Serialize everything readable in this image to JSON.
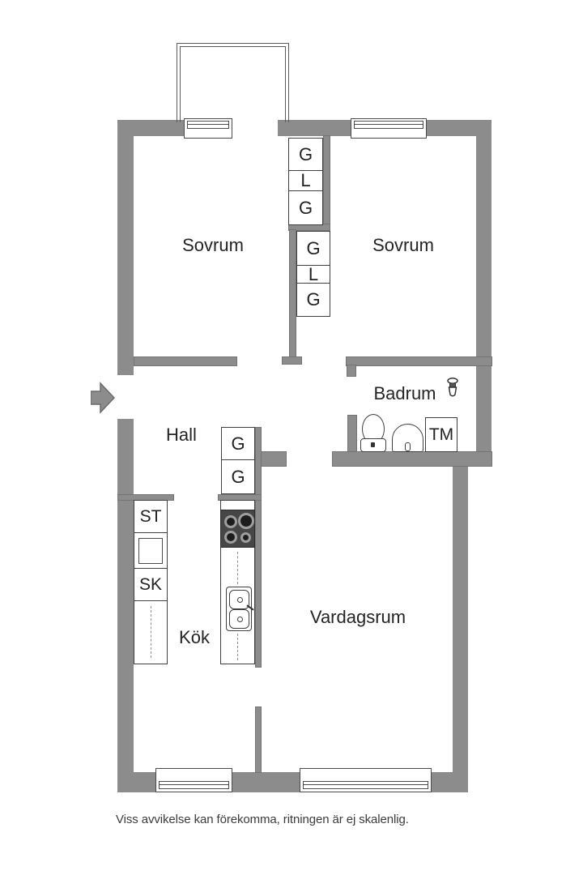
{
  "disclaimer": "Viss avvikelse kan förekomma, ritningen är ej skalenlig.",
  "rooms": {
    "bedroom_left": "Sovrum",
    "bedroom_right": "Sovrum",
    "hall": "Hall",
    "bathroom": "Badrum",
    "kitchen": "Kök",
    "living_room": "Vardagsrum"
  },
  "closets": {
    "between_bedrooms_upper": [
      "G",
      "L",
      "G"
    ],
    "between_bedrooms_lower": [
      "G",
      "L",
      "G"
    ],
    "hall": [
      "G",
      "G"
    ]
  },
  "kitchen_units": {
    "st": "ST",
    "sk": "SK"
  },
  "laundry": {
    "tm": "TM"
  },
  "colors": {
    "wall": "#8c8c8c",
    "stove": "#464646",
    "outline": "#4b4b4b"
  }
}
